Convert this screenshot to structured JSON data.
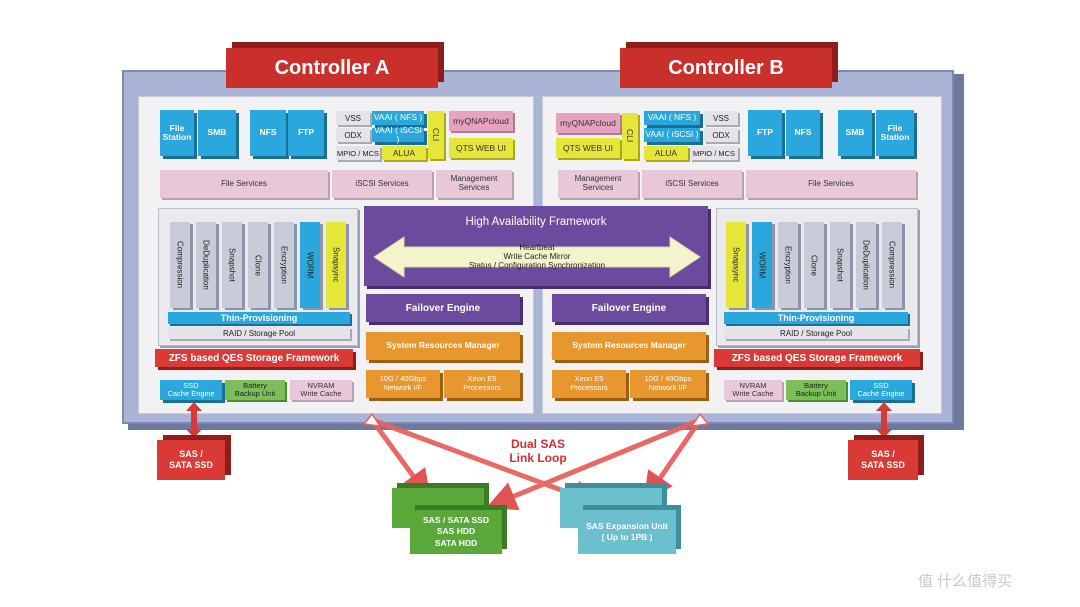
{
  "controllers": {
    "a": {
      "title": "Controller A"
    },
    "b": {
      "title": "Controller B"
    }
  },
  "protocols": {
    "file_station": "File\nStation",
    "smb": "SMB",
    "nfs": "NFS",
    "ftp": "FTP",
    "vss": "VSS",
    "odx": "ODX",
    "mpio": "MPIO / MCS",
    "alua": "ALUA",
    "vaai_nfs": "VAAI ( NFS )",
    "vaai_iscsi": "VAAI ( iSCSI )",
    "cli": "CLI",
    "myqnapcloud": "myQNAPcloud",
    "qts_web_ui": "QTS WEB UI"
  },
  "services": {
    "file": "File Services",
    "iscsi": "iSCSI Services",
    "management": "Management\nServices"
  },
  "storage_features": [
    "Compression",
    "DeDuplication",
    "Snapshot",
    "Clone",
    "Encryption",
    "WORM",
    "Snapsync"
  ],
  "storage": {
    "thin": "Thin-Provisioning",
    "raid": "RAID / Storage Pool",
    "zfs": "ZFS based QES Storage Framework"
  },
  "cache": {
    "ssd": "SSD\nCache Engine",
    "battery": "Battery\nBackup Unit",
    "nvram": "NVRAM\nWrite Cache"
  },
  "ha": {
    "title": "High Availability Framework",
    "line1": "Heartbeat",
    "line2": "Write Cache Mirror",
    "line3": "Status / Configuration Synchronization"
  },
  "engine": {
    "failover": "Failover Engine",
    "srm": "System Resources Manager",
    "network": "10G / 40Gbps\nNetwork I/F",
    "xeon": "Xeon E5\nProcessors"
  },
  "external": {
    "sas_ssd": "SAS /\nSATA SSD",
    "loop": "Dual SAS\nLink Loop",
    "green_box": "SAS / SATA SSD\nSAS HDD\nSATA HDD",
    "teal_box": "SAS Expansion Unit\n( Up to 1PB )"
  },
  "watermark": "值 什么值得买",
  "colors": {
    "red": "#c9302c",
    "blue": "#2aa7dc",
    "purple": "#6c4a9e",
    "orange": "#e8962e",
    "green": "#5aa83a",
    "teal": "#6cc0cd",
    "yellow": "#e6e63a",
    "pink": "#e8c7d8"
  }
}
